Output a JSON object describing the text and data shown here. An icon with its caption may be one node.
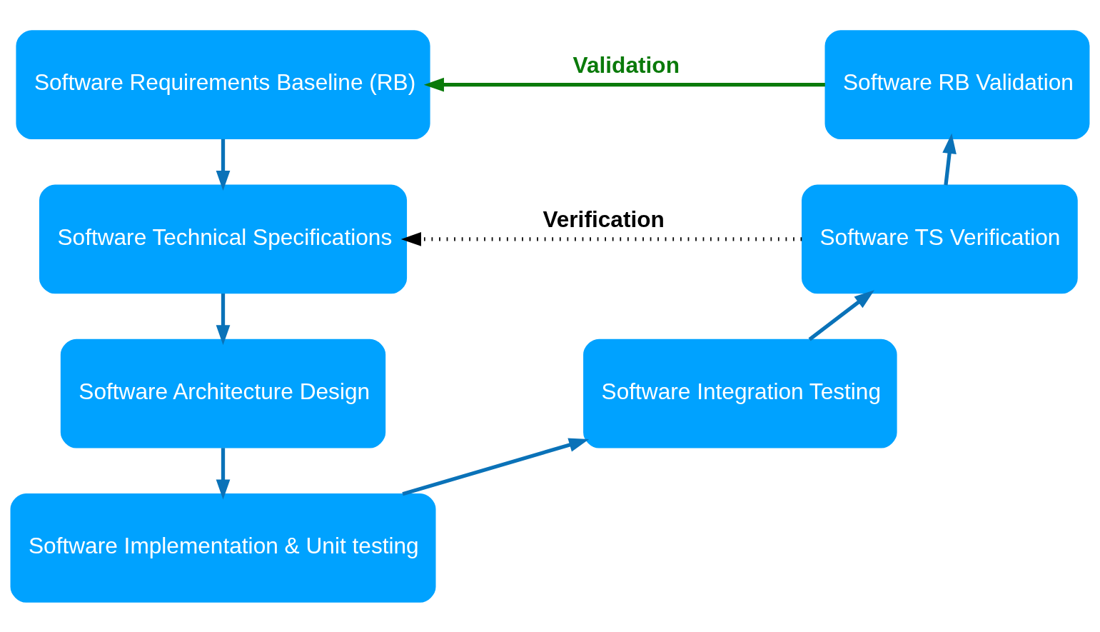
{
  "diagram": {
    "nodes": [
      {
        "text": [
          "Software Requirements Baseline (RB)"
        ]
      },
      {
        "text": [
          "Software Technical Specifications"
        ]
      },
      {
        "text": [
          "Software Architecture Design"
        ]
      },
      {
        "text": [
          "Software Implementation & Unit testing"
        ]
      },
      {
        "text": [
          "Software Integration Testing"
        ]
      },
      {
        "text": [
          "Software TS Verification"
        ]
      },
      {
        "text": [
          "Software RB Validation"
        ]
      }
    ],
    "edges": [
      {
        "from": 0,
        "to": 1,
        "arrow": "to"
      },
      {
        "from": 1,
        "to": 2,
        "arrow": "to"
      },
      {
        "from": 2,
        "to": 3,
        "arrow": "to"
      },
      {
        "from": 3,
        "to": 4,
        "arrow": "to"
      },
      {
        "from": 4,
        "to": 5,
        "arrow": "to"
      },
      {
        "from": 5,
        "to": 6,
        "arrow": "to"
      },
      {
        "from": 6,
        "to": 0,
        "arrow": "to",
        "label": "Validation",
        "color": "#0a7a0a"
      },
      {
        "from": 5,
        "to": 1,
        "arrow": "to",
        "label": "Verification",
        "style": "dashed",
        "color": "#000000"
      }
    ]
  }
}
